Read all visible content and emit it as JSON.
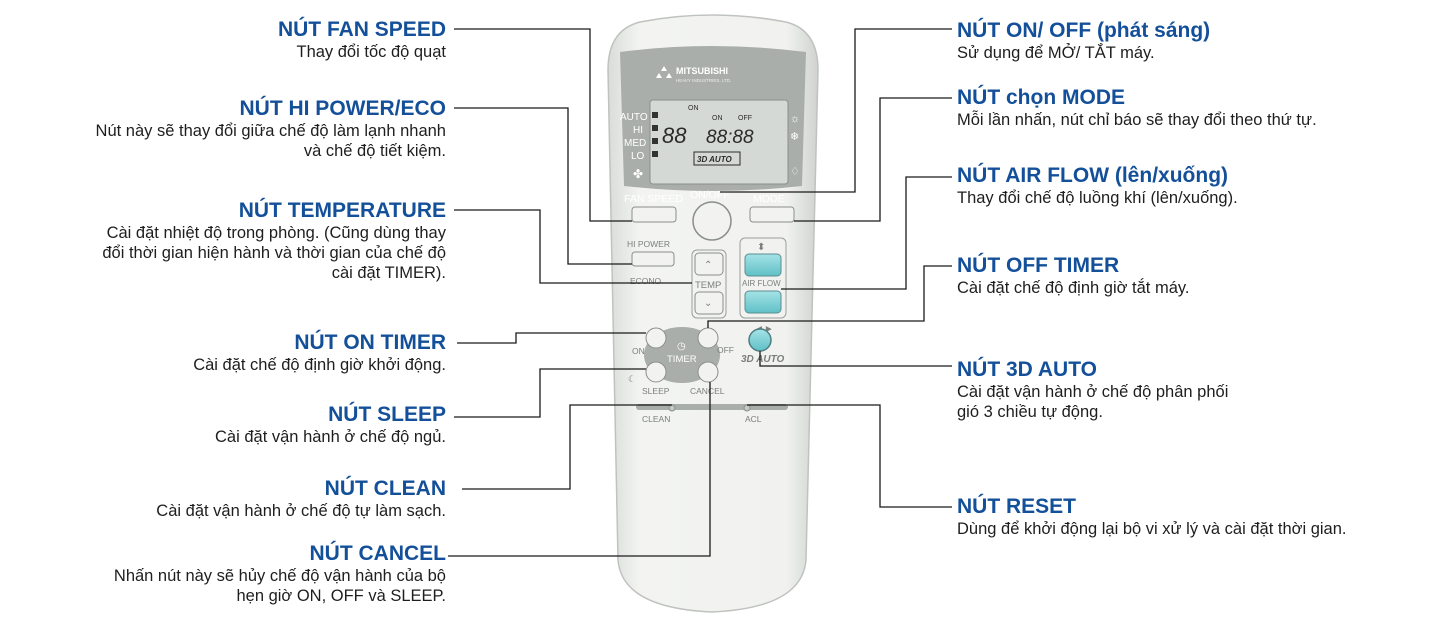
{
  "colors": {
    "title": "#14509a",
    "leader_line": "#1a1a1a",
    "remote_body": "#eef0ee",
    "remote_panel": "#a9aeab",
    "lcd": "#d5d9d5",
    "airflow_button": "#7fd2d6"
  },
  "left_labels": [
    {
      "id": "fan-speed",
      "title": "NÚT FAN SPEED",
      "desc": "Thay đổi tốc độ quạt"
    },
    {
      "id": "hi-power-eco",
      "title": "NÚT HI POWER/ECO",
      "desc": "Nút này sẽ thay đổi giữa chế độ làm lạnh nhanh\nvà chế độ tiết kiệm."
    },
    {
      "id": "temperature",
      "title": "NÚT TEMPERATURE",
      "desc": "Cài đặt nhiệt độ trong phòng. (Cũng dùng thay\nđổi thời gian hiện hành và thời gian của chế độ\ncài đặt TIMER)."
    },
    {
      "id": "on-timer",
      "title": "NÚT ON TIMER",
      "desc": "Cài đặt chế độ định giờ khởi động."
    },
    {
      "id": "sleep",
      "title": "NÚT SLEEP",
      "desc": "Cài đặt vận hành ở chế độ ngủ."
    },
    {
      "id": "clean",
      "title": "NÚT CLEAN",
      "desc": "Cài đặt vận hành ở chế độ tự làm sạch."
    },
    {
      "id": "cancel",
      "title": "NÚT CANCEL",
      "desc": "Nhấn nút này sẽ hủy chế độ vận hành của bộ\nhẹn giờ ON, OFF và SLEEP."
    }
  ],
  "right_labels": [
    {
      "id": "on-off",
      "title": "NÚT ON/ OFF (phát sáng)",
      "desc": "Sử dụng để MỞ/ TẮT máy."
    },
    {
      "id": "mode",
      "title": "NÚT chọn MODE",
      "desc": "Mỗi lần nhấn, nút chỉ báo sẽ thay đổi theo thứ tự."
    },
    {
      "id": "air-flow",
      "title": "NÚT AIR FLOW (lên/xuống)",
      "desc": "Thay đổi chế độ luồng khí (lên/xuống)."
    },
    {
      "id": "off-timer",
      "title": "NÚT OFF TIMER",
      "desc": "Cài đặt chế độ định giờ tắt máy."
    },
    {
      "id": "3d-auto",
      "title": "NÚT 3D AUTO",
      "desc": "Cài đặt vận hành ở chế độ phân phối\ngió 3 chiều tự động."
    },
    {
      "id": "reset",
      "title": "NÚT RESET",
      "desc": "Dùng để khởi động lại bộ vi xử lý và cài đặt thời gian."
    }
  ],
  "remote": {
    "brand": "MITSUBISHI",
    "brand_sub": "HEAVY INDUSTRIES, LTD.",
    "lcd_modes": [
      "AUTO",
      "HI",
      "MED",
      "LO"
    ],
    "lcd_on": "ON",
    "lcd_off": "OFF",
    "lcd_temp": "88",
    "lcd_clock": "88:88",
    "lcd_3d": "3D AUTO",
    "btn_fan_speed": "FAN SPEED",
    "btn_on_off": "ON/OFF",
    "btn_mode": "MODE",
    "btn_hi_power": "HI POWER",
    "btn_econo": "ECONO",
    "btn_temp": "TEMP",
    "btn_air_flow": "AIR FLOW",
    "btn_on": "ON",
    "btn_off": "OFF",
    "btn_timer": "TIMER",
    "btn_3d_auto": "3D AUTO",
    "btn_sleep": "SLEEP",
    "btn_cancel": "CANCEL",
    "btn_clean": "CLEAN",
    "btn_acl": "ACL"
  }
}
